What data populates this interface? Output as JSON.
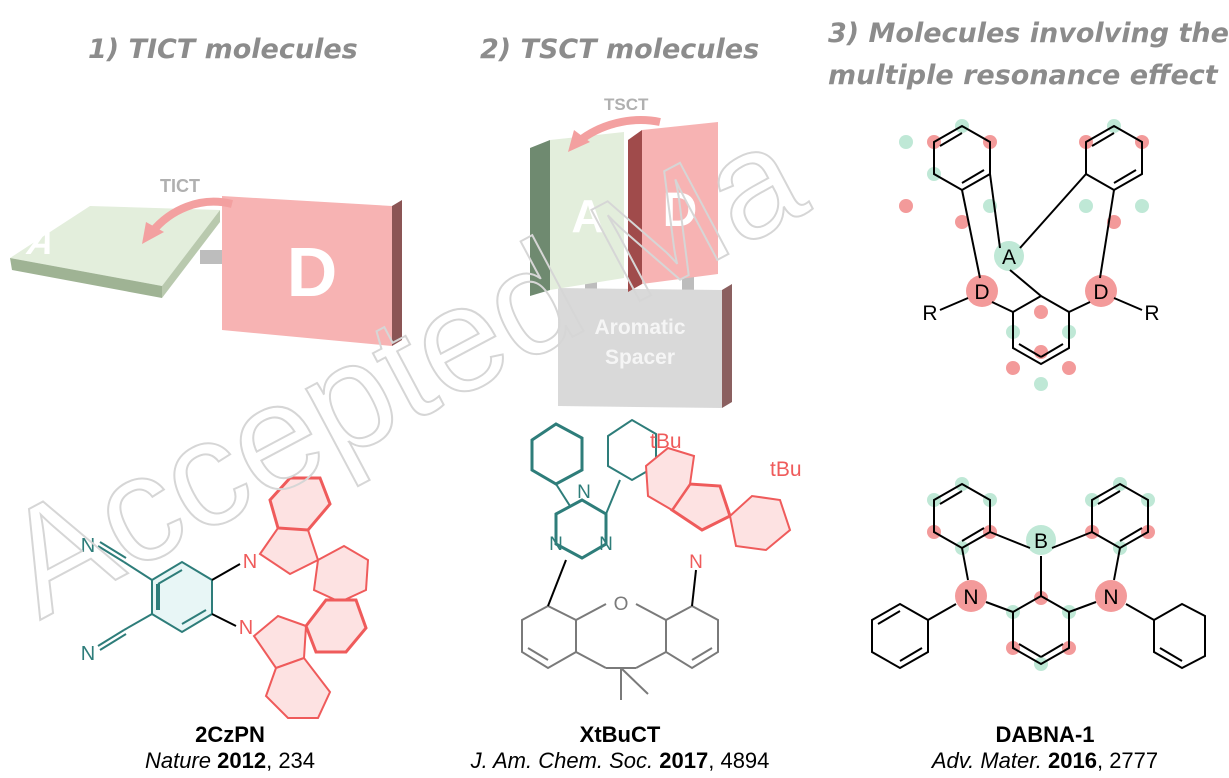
{
  "headers": {
    "h1": "1) TICT molecules",
    "h2": "2) TSCT molecules",
    "h3_line1": "3) Molecules involving the",
    "h3_line2": "multiple resonance effect"
  },
  "diagram_labels": {
    "tict_arrow": "TICT",
    "tsct_arrow": "TSCT",
    "acceptor": "A",
    "donor": "D",
    "spacer_line1": "Aromatic",
    "spacer_line2": "Spacer",
    "mr_center": "A",
    "mr_donor": "D",
    "mr_r": "R",
    "dabna_center": "B",
    "dabna_n": "N",
    "czpn_n": "N",
    "tbu": "tBu",
    "xt_n": "N",
    "xt_o": "O"
  },
  "captions": {
    "c1": {
      "name": "2CzPN",
      "journal": "Nature",
      "year": "2012",
      "pages": ", 234"
    },
    "c2": {
      "name": "XtBuCT",
      "journal": "J. Am. Chem. Soc.",
      "year": "2017",
      "pages": ", 4894"
    },
    "c3": {
      "name": "DABNA-1",
      "journal": "Adv. Mater.",
      "year": "2016",
      "pages": ", 2777"
    }
  },
  "watermark": "Accepted Ma",
  "colors": {
    "acceptor_teal": "#2e7d7a",
    "donor_red": "#ef5b5b",
    "acceptor_face": "#e3eedc",
    "donor_face": "#f7b3b3",
    "spacer_face": "#d9d9d9",
    "header_gray": "#8c8c8c"
  }
}
